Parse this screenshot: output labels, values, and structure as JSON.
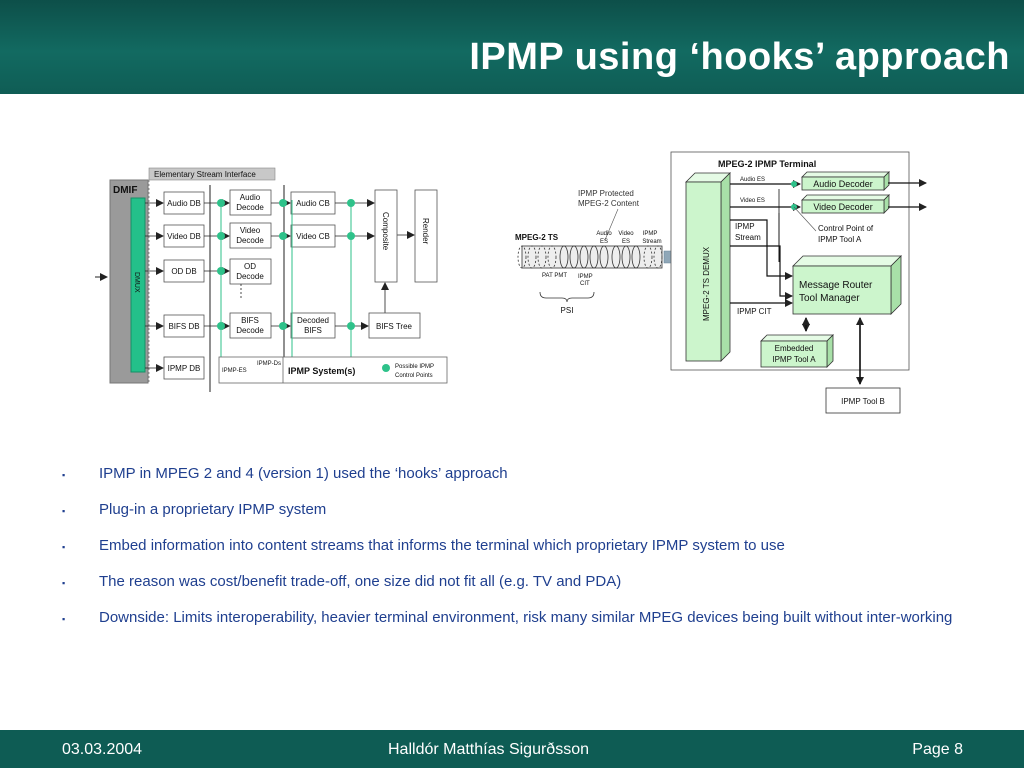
{
  "slide": {
    "title": "IPMP using ‘hooks’ approach",
    "footer_date": "03.03.2004",
    "footer_author": "Halldór Matthías Sigurðsson",
    "footer_page": "Page 8",
    "bullet_glyph": "▪",
    "bullets": [
      "IPMP in MPEG 2 and 4 (version 1) used the ‘hooks’ approach",
      "Plug-in a proprietary IPMP system",
      "Embed information into content streams that informs the terminal which proprietary IPMP system to use",
      "The reason was cost/benefit trade-off, one size did not fit all (e.g. TV and PDA)",
      "Downside: Limits interoperability, heavier terminal environment, risk many similar MPEG devices being built without inter-working"
    ]
  },
  "colors": {
    "header": "#0f5d55",
    "bullet_text": "#1f3f8f",
    "node_green": "#2ec28a",
    "box_green": "#ccf5cc"
  },
  "diagram_left": {
    "esi_label": "Elementary Stream Interface",
    "dmif": "DMIF",
    "demux": "DMUX",
    "db": [
      "Audio DB",
      "Video DB",
      "OD DB",
      "BIFS DB",
      "IPMP DB"
    ],
    "decode": [
      [
        "Audio",
        "Decode"
      ],
      [
        "Video",
        "Decode"
      ],
      [
        "OD",
        "Decode"
      ],
      [
        "BIFS",
        "Decode"
      ]
    ],
    "cb": [
      "Audio CB",
      "Video CB"
    ],
    "decoded_bifs": [
      "Decoded",
      "BIFS"
    ],
    "bifs_tree": "BIFS Tree",
    "composite": "Composite",
    "render": "Render",
    "ipmp_es": "IPMP-ES",
    "ipmp_ds": "IPMP-Ds",
    "ipmp_system": "IPMP System(s)",
    "legend": [
      "Possible IPMP",
      "Control Points"
    ]
  },
  "diagram_right": {
    "terminal_title": "MPEG-2 IPMP Terminal",
    "ts_label": "MPEG-2 TS",
    "protected": [
      "IPMP Protected",
      "MPEG-2 Content"
    ],
    "stream_labels": [
      [
        "Audio",
        "ES"
      ],
      [
        "Video",
        "ES"
      ],
      [
        "IPMP",
        "Stream"
      ]
    ],
    "pat_pmt": "PAT PMT",
    "ipmp_cit_small": [
      "IPMP",
      "CIT"
    ],
    "psi": "PSI",
    "demux": "MPEG-2 TS DEMUX",
    "audio_es": "Audio ES",
    "video_es": "Video ES",
    "audio_decoder": "Audio Decoder",
    "video_decoder": "Video Decoder",
    "ipmp_stream": [
      "IPMP",
      "Stream"
    ],
    "control_point": [
      "Control Point of",
      "IPMP Tool A"
    ],
    "router": [
      "Message Router",
      "Tool Manager"
    ],
    "ipmp_cit": "IPMP CIT",
    "embedded": [
      "Embedded",
      "IPMP Tool A"
    ],
    "tool_b": "IPMP Tool B"
  }
}
